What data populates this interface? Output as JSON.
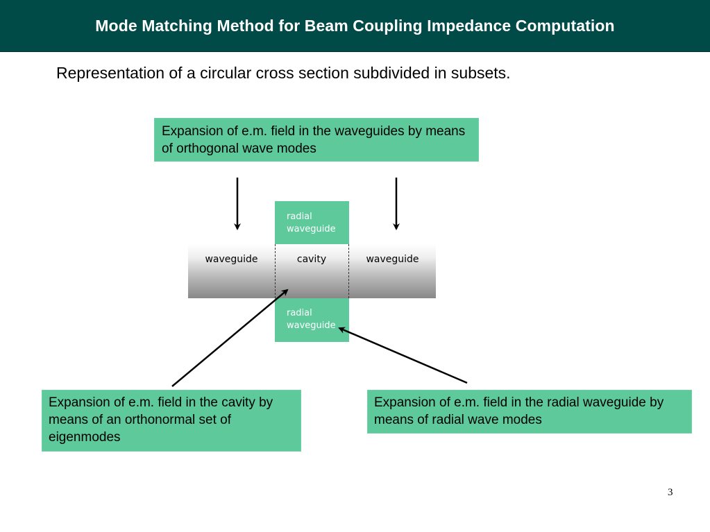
{
  "slide": {
    "title": "Mode Matching Method for Beam Coupling Impedance Computation",
    "subtitle": "Representation of a circular cross section subdivided in subsets.",
    "page_number": "3"
  },
  "boxes": {
    "top": "Expansion  of e.m. field in the waveguides by means of orthogonal wave modes",
    "left": "Expansion  of e.m. field in the cavity by means of an orthonormal set of eigenmodes",
    "right": "Expansion  of e.m. field in the radial waveguide by means of radial wave modes"
  },
  "geometry": {
    "left_label": "waveguide",
    "center_label": "cavity",
    "right_label": "waveguide",
    "radial_top": "radial waveguide",
    "radial_bottom": "radial waveguide"
  },
  "colors": {
    "title_bar": "#004a47",
    "box_fill": "#5ec99b"
  }
}
